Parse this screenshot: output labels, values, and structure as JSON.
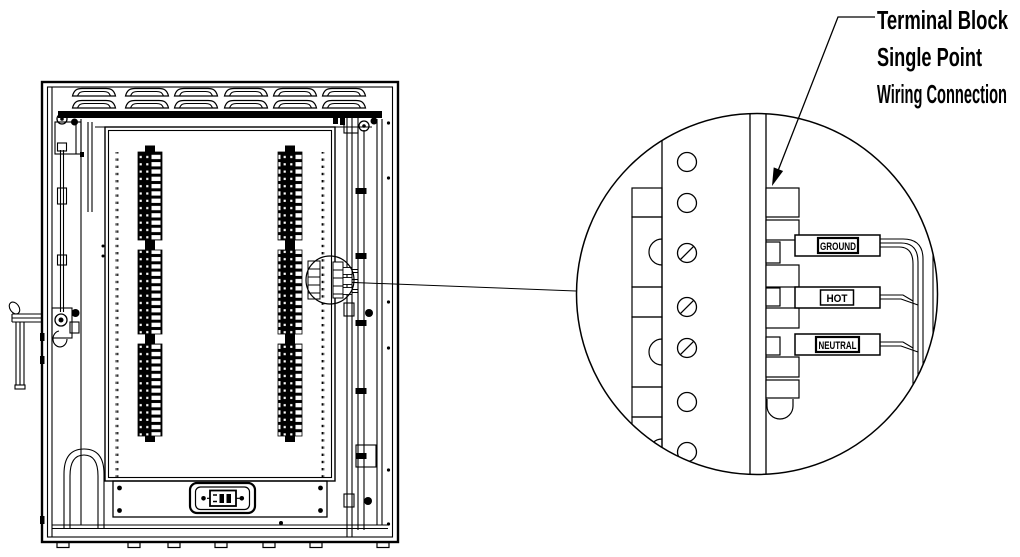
{
  "diagram": {
    "annotation": {
      "line1": "Terminal Block",
      "line2": "Single Point",
      "line3": "Wiring Connection"
    },
    "wire_labels": {
      "ground": "GROUND",
      "hot": "HOT",
      "neutral": "NEUTRAL"
    },
    "colors": {
      "line": "#000000",
      "background": "#ffffff"
    }
  }
}
